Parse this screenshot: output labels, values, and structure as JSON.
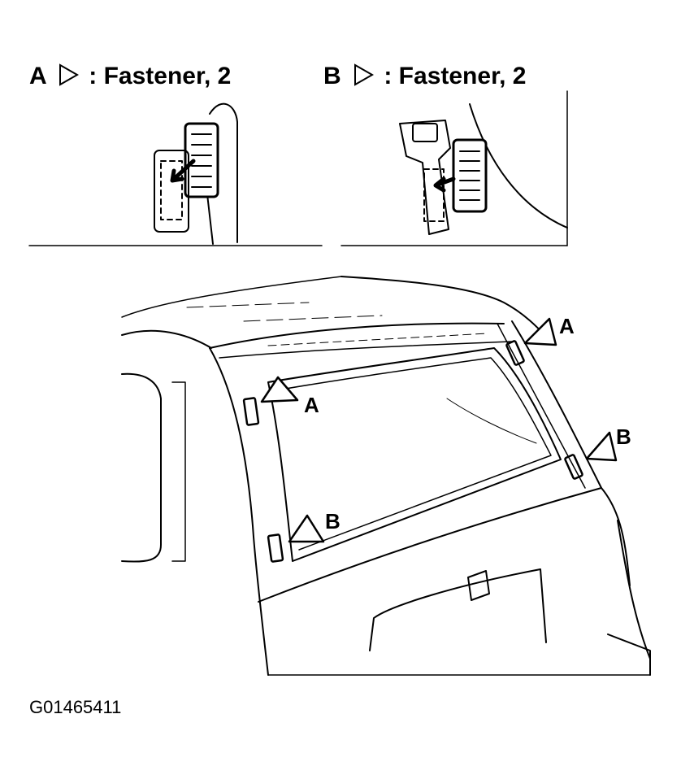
{
  "legend": {
    "a": {
      "letter": "A",
      "text": ": Fastener, 2"
    },
    "b": {
      "letter": "B",
      "text": ": Fastener, 2"
    }
  },
  "callouts": {
    "a": "A",
    "b": "B"
  },
  "figure_code": "G01465411",
  "icons": {
    "legend_marker": "triangle-right-outline-icon",
    "callout_marker": "triangle-outline-icon"
  },
  "colors": {
    "line": "#000000",
    "background": "#ffffff"
  }
}
